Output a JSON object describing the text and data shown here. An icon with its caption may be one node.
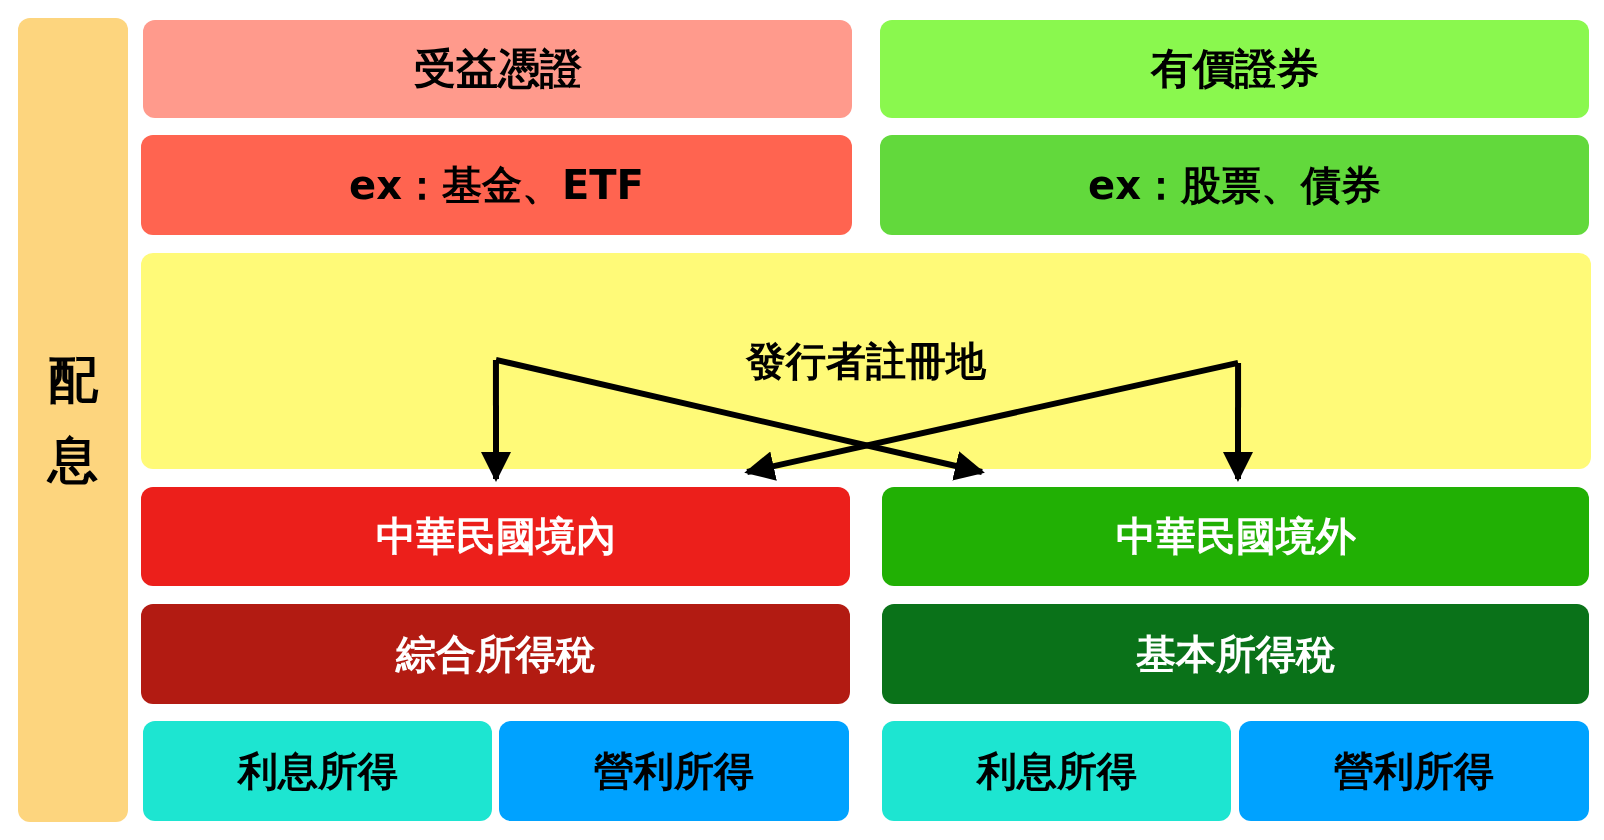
{
  "diagram": {
    "nodes": [
      {
        "text": [
          "配息"
        ]
      },
      {
        "text": [
          "受益憑證"
        ]
      },
      {
        "text": [
          "有價證券"
        ]
      },
      {
        "text": [
          "ex：基金、ETF"
        ]
      },
      {
        "text": [
          "ex：股票、債券"
        ]
      },
      {
        "text": [
          "發行者註冊地"
        ]
      },
      {
        "text": [
          "中華民國境內"
        ]
      },
      {
        "text": [
          "中華民國境外"
        ]
      },
      {
        "text": [
          "綜合所得稅"
        ]
      },
      {
        "text": [
          "基本所得稅"
        ]
      },
      {
        "text": [
          "利息所得"
        ]
      },
      {
        "text": [
          "營利所得"
        ]
      },
      {
        "text": [
          "利息所得"
        ]
      },
      {
        "text": [
          "營利所得"
        ]
      }
    ],
    "edges": [
      {
        "from": 5,
        "to": 6,
        "arrow": "to"
      },
      {
        "from": 5,
        "to": 7,
        "arrow": "to"
      },
      {
        "from": 5,
        "to": 6,
        "arrow": "to"
      },
      {
        "from": 5,
        "to": 7,
        "arrow": "to"
      }
    ]
  }
}
